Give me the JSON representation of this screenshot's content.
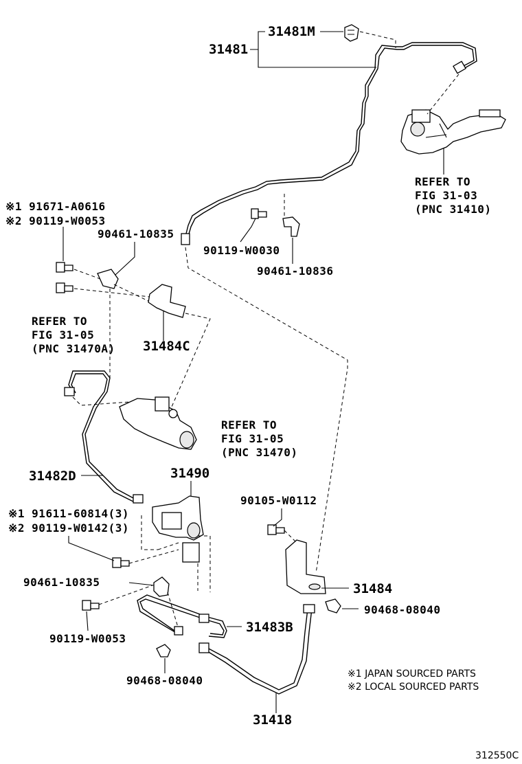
{
  "labels": {
    "p31481M": "31481M",
    "p31481": "31481",
    "refer_3103_a": "REFER TO",
    "refer_3103_b": "FIG 31-03",
    "refer_3103_c": "(PNC 31410)",
    "note1_91671": "※1 91671-A0616",
    "note2_90119": "※2 90119-W0053",
    "p90461_top": "90461-10835",
    "p90119_w0030": "90119-W0030",
    "p90461_10836": "90461-10836",
    "refer_3105a_a": "REFER TO",
    "refer_3105a_b": "FIG 31-05",
    "refer_3105a_c": "(PNC 31470A)",
    "p31484C": "31484C",
    "refer_3105_a": "REFER TO",
    "refer_3105_b": "FIG 31-05",
    "refer_3105_c": "(PNC 31470)",
    "p31482D": "31482D",
    "p31490": "31490",
    "p90105": "90105-W0112",
    "note1_91611": "※1 91611-60814(3)",
    "note2_90119_w0142": "※2 90119-W0142(3)",
    "p90461_mid": "90461-10835",
    "p31484": "31484",
    "p90468_right": "90468-08040",
    "p90119_bottom": "90119-W0053",
    "p31483B": "31483B",
    "p90468_bottom": "90468-08040",
    "p31418": "31418",
    "legend1": "※1 JAPAN SOURCED PARTS",
    "legend2": "※2 LOCAL SOURCED PARTS",
    "figure_code": "312550C"
  }
}
